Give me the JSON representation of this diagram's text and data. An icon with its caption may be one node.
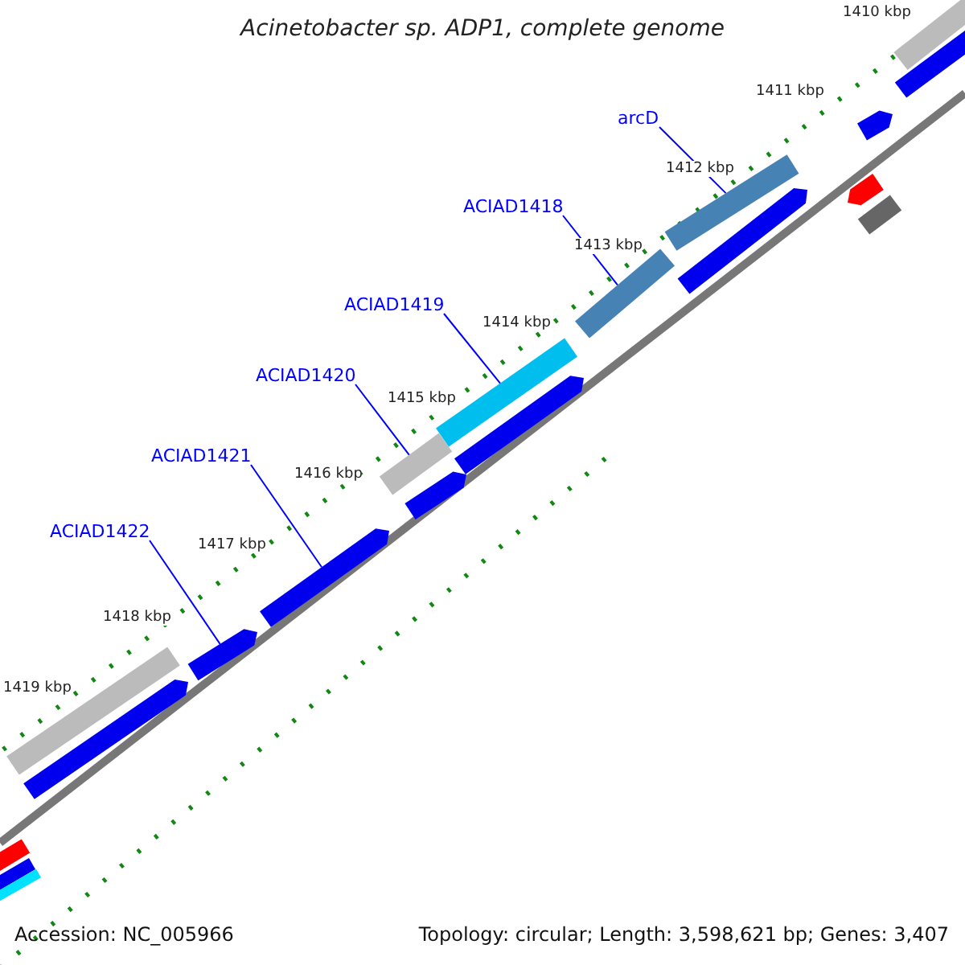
{
  "diagram": {
    "title": "Acinetobacter sp. ADP1, complete genome",
    "nodes": [
      {
        "text": [
          "arcD"
        ]
      },
      {
        "text": [
          "ACIAD1418"
        ]
      },
      {
        "text": [
          "ACIAD1419"
        ]
      },
      {
        "text": [
          "ACIAD1420"
        ]
      },
      {
        "text": [
          "ACIAD1421"
        ]
      },
      {
        "text": [
          "ACIAD1422"
        ]
      },
      {
        "text": [],
        "shape": "bar"
      },
      {
        "text": [],
        "shape": "bar"
      },
      {
        "text": [],
        "shape": "bar"
      },
      {
        "text": [],
        "shape": "bar"
      },
      {
        "text": [],
        "shape": "arrow"
      },
      {
        "text": [],
        "shape": "arrow"
      },
      {
        "text": [],
        "shape": "bar"
      },
      {
        "text": [],
        "shape": "bar"
      },
      {
        "text": [],
        "shape": "bar"
      },
      {
        "text": [],
        "shape": "arrow"
      },
      {
        "text": [],
        "shape": "arrow"
      },
      {
        "text": [],
        "shape": "arrow"
      },
      {
        "text": [],
        "shape": "arrow"
      },
      {
        "text": [],
        "shape": "arrow"
      },
      {
        "text": [],
        "shape": "arrow"
      },
      {
        "text": [],
        "shape": "bar"
      },
      {
        "text": [],
        "shape": "bar"
      },
      {
        "text": [],
        "shape": "bar"
      },
      {
        "text": [],
        "shape": "bar"
      }
    ],
    "edges": [
      {
        "from": 0,
        "to": 6,
        "arrow": "none"
      },
      {
        "from": 1,
        "to": 7,
        "arrow": "none"
      },
      {
        "from": 2,
        "to": 8,
        "arrow": "none"
      },
      {
        "from": 3,
        "to": 9,
        "arrow": "none"
      },
      {
        "from": 4,
        "to": 10,
        "arrow": "none"
      },
      {
        "from": 5,
        "to": 11,
        "arrow": "none"
      }
    ],
    "labels": [
      "1410 kbp",
      "1411 kbp",
      "1412 kbp",
      "1413 kbp",
      "1414 kbp",
      "1415 kbp",
      "1416 kbp",
      "1417 kbp",
      "1418 kbp",
      "1419 kbp",
      "Accession: NC_005966",
      "Topology: circular; Length: 3,598,621 bp; Genes: 3,407"
    ]
  }
}
